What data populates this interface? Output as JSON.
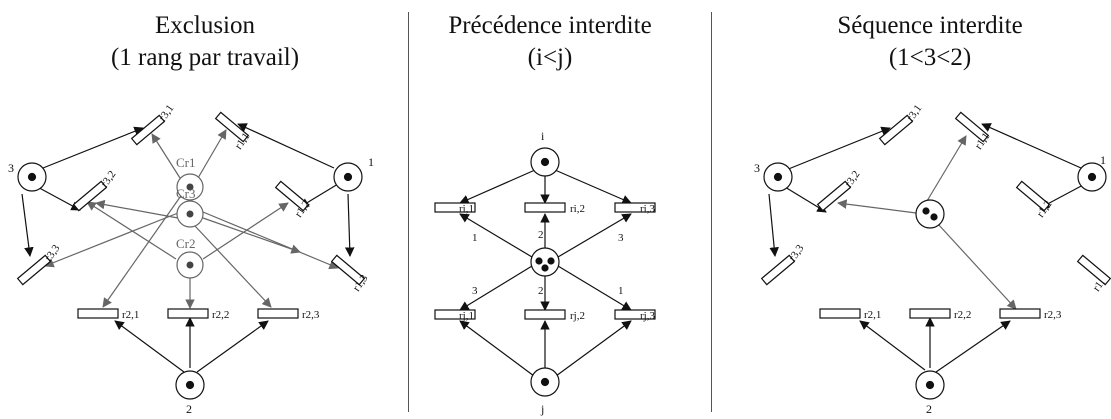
{
  "panels": [
    {
      "title_line1": "Exclusion",
      "title_line2": "(1 rang par travail)"
    },
    {
      "title_line1": "Précédence interdite",
      "title_line2": "(i<j)"
    },
    {
      "title_line1": "Séquence interdite",
      "title_line2": "(1<3<2)"
    }
  ],
  "p1": {
    "place_3": "3",
    "place_1": "1",
    "place_2": "2",
    "cr1": "Cr1",
    "cr3": "Cr3",
    "cr2": "Cr2",
    "r31": "r3,1",
    "r32": "r3,2",
    "r33": "r3,3",
    "r11": "r1,1",
    "r12": "r1,2",
    "r13": "r1,3",
    "r21": "r2,1",
    "r22": "r2,2",
    "r23": "r2,3"
  },
  "p2": {
    "place_i": "i",
    "place_j": "j",
    "ri1": "ri,1",
    "ri2": "ri,2",
    "ri3": "ri,3",
    "rj1": "rj,1",
    "rj2": "rj,2",
    "rj3": "rj,3",
    "w_top1": "1",
    "w_top2": "2",
    "w_top3": "3",
    "w_bot3": "3",
    "w_bot2": "2",
    "w_bot1": "1"
  },
  "p3": {
    "place_3": "3",
    "place_1": "1",
    "place_2": "2",
    "r31": "r3,1",
    "r32": "r3,2",
    "r33": "r3,3",
    "r11": "r1,1",
    "r12": "r1,2",
    "r13": "r1,",
    "r21": "r2,1",
    "r22": "r2,2",
    "r23": "r2,3"
  }
}
